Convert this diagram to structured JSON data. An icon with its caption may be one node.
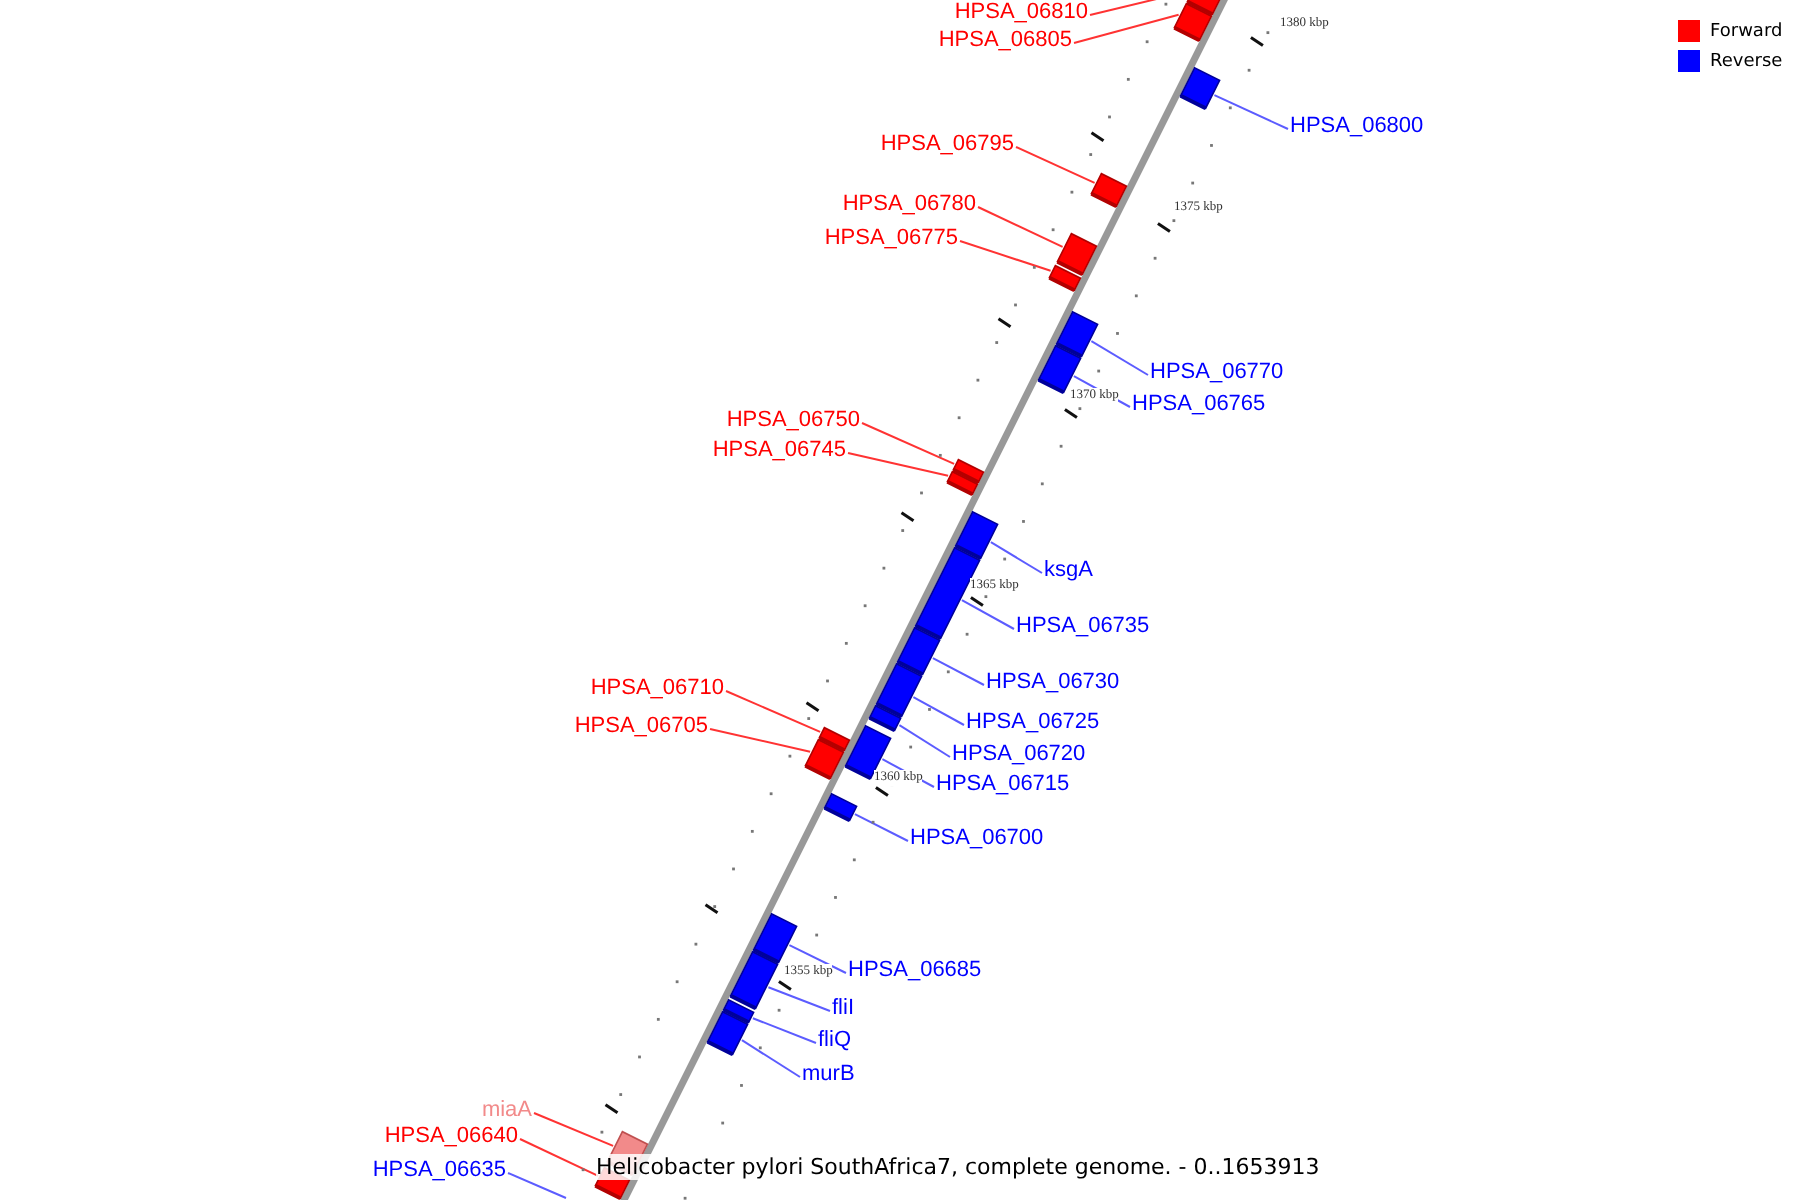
{
  "diagram": {
    "caption": "Helicobacter pylori SouthAfrica7, complete genome. - 0..1653913",
    "nodes": [
      {
        "text": [
          "HPSA_06810"
        ]
      },
      {
        "text": [],
        "shape": "box"
      },
      {
        "text": [
          "HPSA_06805"
        ]
      },
      {
        "text": [],
        "shape": "box"
      },
      {
        "text": [
          "HPSA_06800"
        ]
      },
      {
        "text": [],
        "shape": "box"
      },
      {
        "text": [
          "HPSA_06795"
        ]
      },
      {
        "text": [],
        "shape": "box"
      },
      {
        "text": [
          "HPSA_06780"
        ]
      },
      {
        "text": [],
        "shape": "box"
      },
      {
        "text": [
          "HPSA_06775"
        ]
      },
      {
        "text": [],
        "shape": "box"
      },
      {
        "text": [
          "HPSA_06770"
        ]
      },
      {
        "text": [],
        "shape": "box"
      },
      {
        "text": [
          "HPSA_06765"
        ]
      },
      {
        "text": [],
        "shape": "box"
      },
      {
        "text": [
          "HPSA_06750"
        ]
      },
      {
        "text": [],
        "shape": "box"
      },
      {
        "text": [
          "HPSA_06745"
        ]
      },
      {
        "text": [],
        "shape": "box"
      },
      {
        "text": [
          "ksgA"
        ]
      },
      {
        "text": [],
        "shape": "box"
      },
      {
        "text": [
          "HPSA_06735"
        ]
      },
      {
        "text": [],
        "shape": "box"
      },
      {
        "text": [
          "HPSA_06730"
        ]
      },
      {
        "text": [],
        "shape": "box"
      },
      {
        "text": [
          "HPSA_06710"
        ]
      },
      {
        "text": [],
        "shape": "box"
      },
      {
        "text": [
          "HPSA_06725"
        ]
      },
      {
        "text": [],
        "shape": "box"
      },
      {
        "text": [
          "HPSA_06705"
        ]
      },
      {
        "text": [],
        "shape": "box"
      },
      {
        "text": [
          "HPSA_06720"
        ]
      },
      {
        "text": [],
        "shape": "box"
      },
      {
        "text": [
          "HPSA_06715"
        ]
      },
      {
        "text": [],
        "shape": "box"
      },
      {
        "text": [
          "HPSA_06700"
        ]
      },
      {
        "text": [],
        "shape": "box"
      },
      {
        "text": [
          "HPSA_06685"
        ]
      },
      {
        "text": [],
        "shape": "box"
      },
      {
        "text": [
          "fliI"
        ]
      },
      {
        "text": [],
        "shape": "box"
      },
      {
        "text": [
          "fliQ"
        ]
      },
      {
        "text": [],
        "shape": "box"
      },
      {
        "text": [
          "murB"
        ]
      },
      {
        "text": [],
        "shape": "box"
      },
      {
        "text": [
          "miaA"
        ]
      },
      {
        "text": [],
        "shape": "box"
      },
      {
        "text": [
          "HPSA_06640"
        ]
      },
      {
        "text": [],
        "shape": "box"
      },
      {
        "text": [
          "HPSA_06635"
        ]
      }
    ],
    "edges": [
      {
        "from": 0,
        "to": 1,
        "arrow": "none",
        "color": "#ff3333"
      },
      {
        "from": 2,
        "to": 3,
        "arrow": "none",
        "color": "#ff3333"
      },
      {
        "from": 4,
        "to": 5,
        "arrow": "none"
      },
      {
        "from": 6,
        "to": 7,
        "arrow": "none",
        "color": "#ff3333"
      },
      {
        "from": 8,
        "to": 9,
        "arrow": "none",
        "color": "#ff3333"
      },
      {
        "from": 10,
        "to": 11,
        "arrow": "none",
        "color": "#ff3333"
      },
      {
        "from": 12,
        "to": 13,
        "arrow": "none"
      },
      {
        "from": 14,
        "to": 15,
        "arrow": "none"
      },
      {
        "from": 16,
        "to": 17,
        "arrow": "none",
        "color": "#ff3333"
      },
      {
        "from": 18,
        "to": 19,
        "arrow": "none",
        "color": "#ff3333"
      },
      {
        "from": 20,
        "to": 21,
        "arrow": "none"
      },
      {
        "from": 22,
        "to": 23,
        "arrow": "none"
      },
      {
        "from": 24,
        "to": 25,
        "arrow": "none"
      },
      {
        "from": 26,
        "to": 27,
        "arrow": "none",
        "color": "#ff3333"
      },
      {
        "from": 28,
        "to": 29,
        "arrow": "none"
      },
      {
        "from": 30,
        "to": 31,
        "arrow": "none",
        "color": "#ff3333"
      },
      {
        "from": 32,
        "to": 33,
        "arrow": "none"
      },
      {
        "from": 34,
        "to": 35,
        "arrow": "none"
      },
      {
        "from": 36,
        "to": 37,
        "arrow": "none"
      },
      {
        "from": 38,
        "to": 39,
        "arrow": "none"
      },
      {
        "from": 40,
        "to": 41,
        "arrow": "none"
      },
      {
        "from": 42,
        "to": 43,
        "arrow": "none"
      },
      {
        "from": 44,
        "to": 45,
        "arrow": "none"
      },
      {
        "from": 46,
        "to": 47,
        "arrow": "none",
        "color": "#ff3333"
      },
      {
        "from": 48,
        "to": 49,
        "arrow": "none",
        "color": "#ff3333"
      },
      {
        "from": 50,
        "to": null,
        "arrow": "none"
      }
    ],
    "labels": [
      "1380 kbp",
      "1375 kbp",
      "1370 kbp",
      "1365 kbp",
      "1360 kbp",
      "1355 kbp"
    ],
    "legend": [
      {
        "text": "Forward",
        "color": "#ff0000"
      },
      {
        "text": "Reverse",
        "color": "#0000ff"
      }
    ]
  }
}
